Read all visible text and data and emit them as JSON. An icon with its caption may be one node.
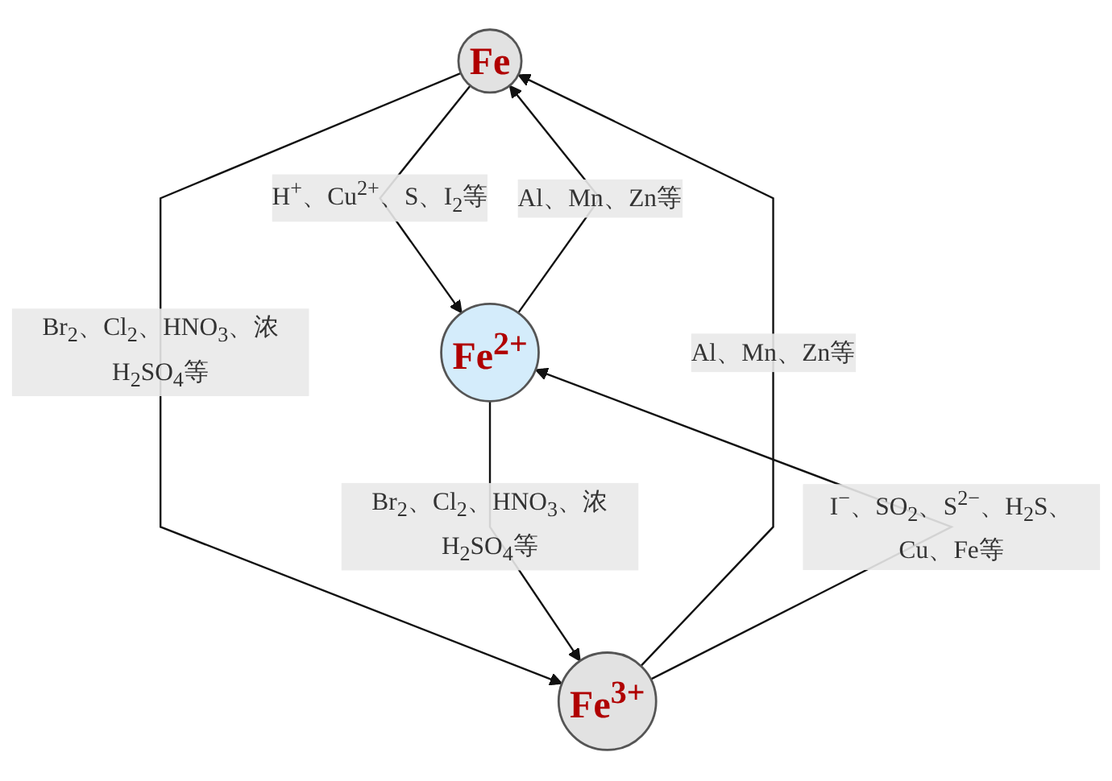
{
  "diagram": {
    "nodes": [
      {
        "text": [
          "Fe"
        ]
      },
      {
        "text": [
          "Fe$^{2+}$"
        ]
      },
      {
        "text": [
          "Fe$^{3+}$"
        ]
      }
    ],
    "edges": [
      {
        "from": 1,
        "to": 0,
        "arrow": "to",
        "label": "Al、Mn、Zn等"
      },
      {
        "from": 0,
        "to": 1,
        "arrow": "to",
        "label": "H$^{+}$、Cu$^{2+}$、S、I$_{2}$等"
      },
      {
        "from": 0,
        "to": 2,
        "arrow": "to",
        "label": "Br$_{2}$、Cl$_{2}$、HNO$_{3}$、浓H$_{2}$SO$_{4}$等"
      },
      {
        "from": 2,
        "to": 0,
        "arrow": "to",
        "label": "Al、Mn、Zn等"
      },
      {
        "from": 1,
        "to": 2,
        "arrow": "to",
        "label": "Br$_{2}$、Cl$_{2}$、HNO$_{3}$、浓H$_{2}$SO$_{4}$等"
      },
      {
        "from": 2,
        "to": 1,
        "arrow": "to",
        "label": "I$^{−}$、SO$_{2}$、S$^{2−}$、H$_{2}$S、Cu、Fe等"
      }
    ]
  }
}
